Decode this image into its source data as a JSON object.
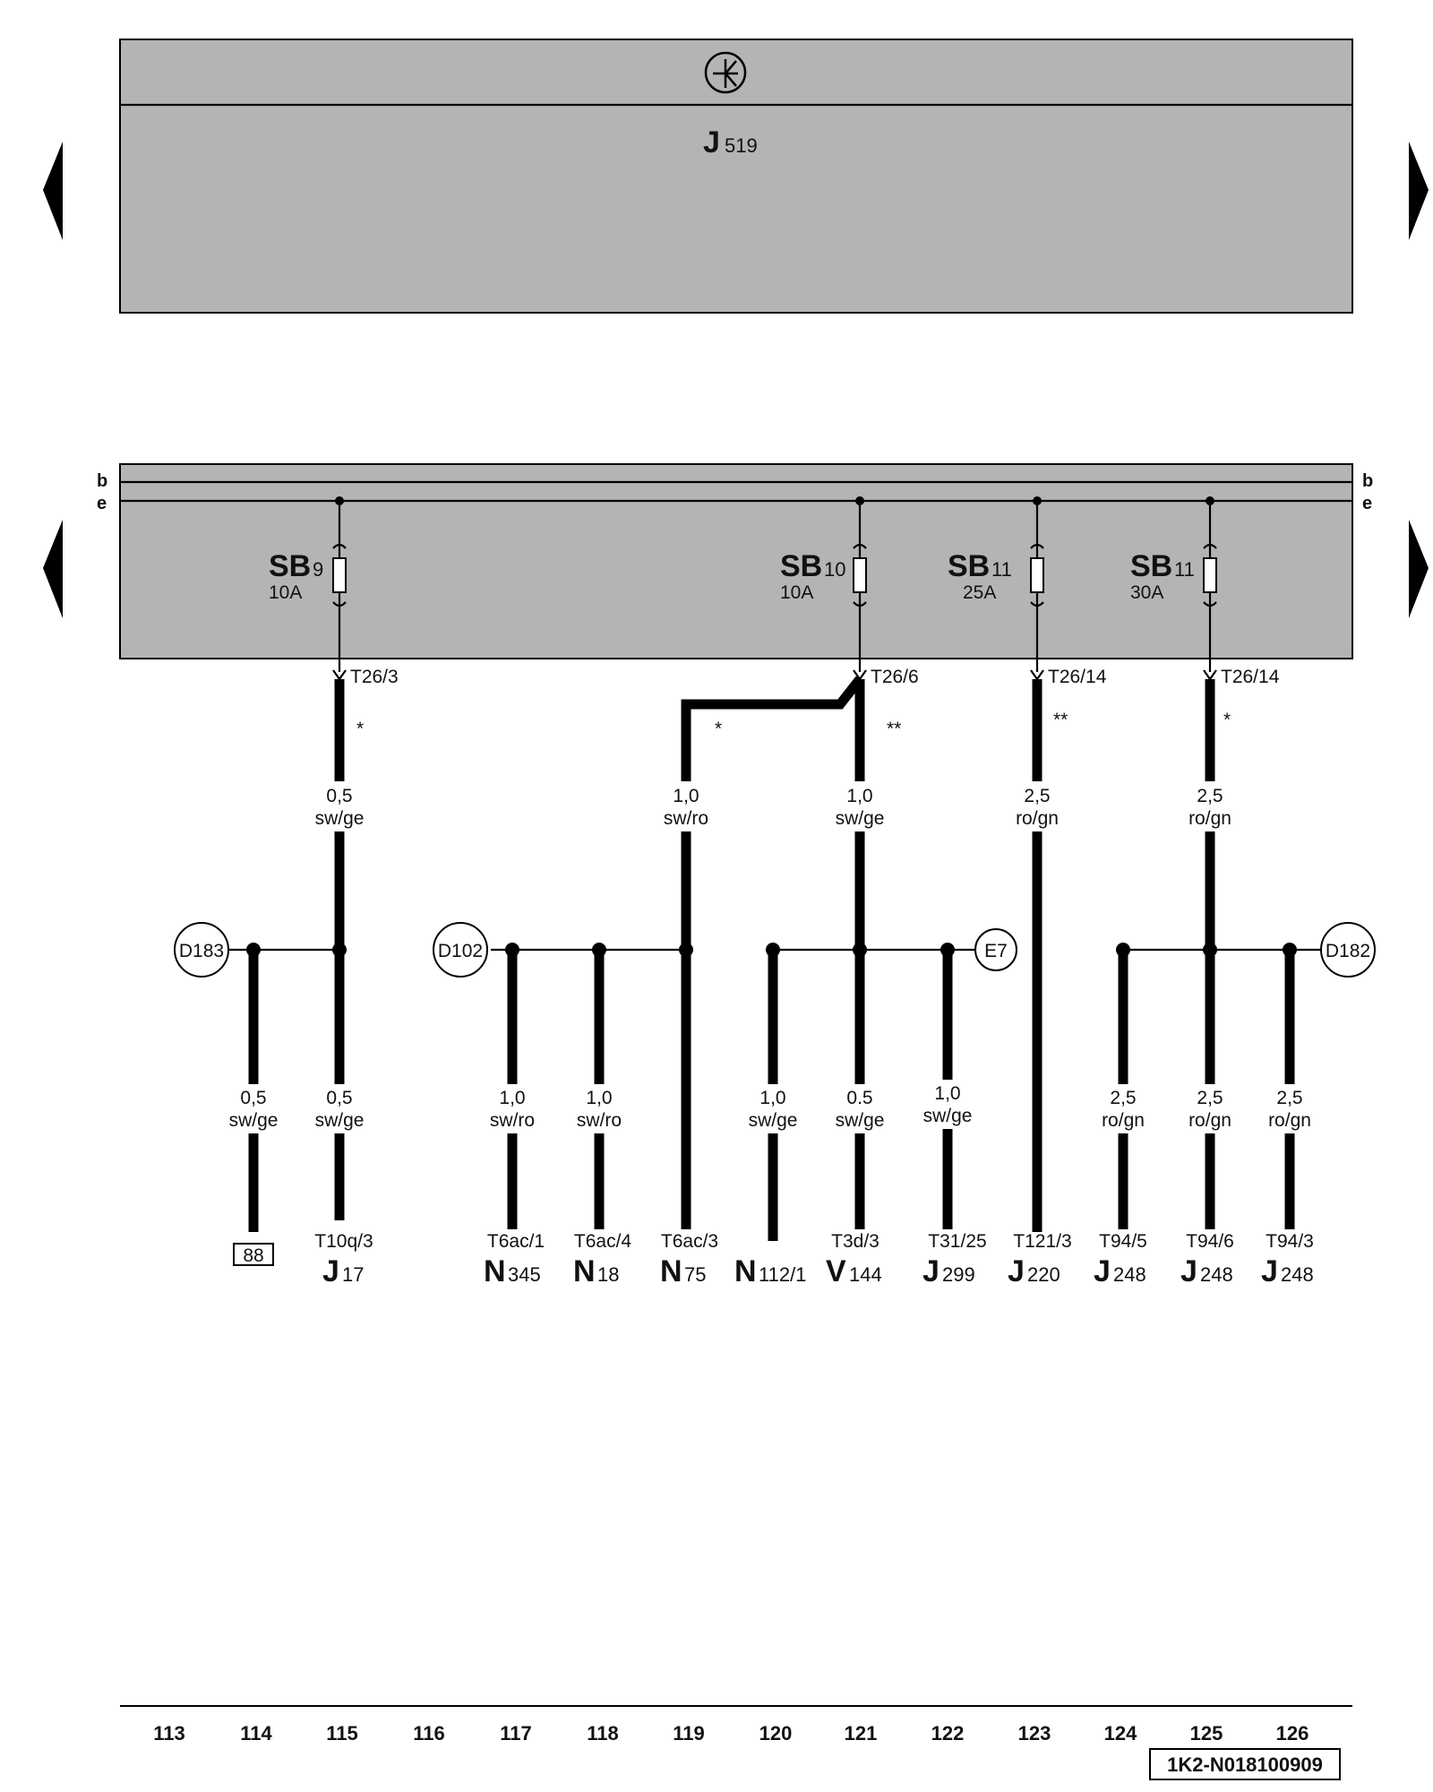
{
  "top_module": {
    "label": "J",
    "sub": "519"
  },
  "fuse_box": {
    "bus_left": [
      "b",
      "e"
    ],
    "bus_right": [
      "b",
      "e"
    ],
    "fuses": [
      {
        "name": "SB",
        "sub": "9",
        "rating": "10A"
      },
      {
        "name": "SB",
        "sub": "10",
        "rating": "10A"
      },
      {
        "name": "SB",
        "sub": "11",
        "rating": "25A"
      },
      {
        "name": "SB",
        "sub": "11",
        "rating": "30A"
      }
    ],
    "pins": [
      "T26/3",
      "T26/6",
      "T26/14",
      "T26/14"
    ]
  },
  "upper_wires": [
    {
      "size": "0,5",
      "color": "sw/ge",
      "note": "*"
    },
    {
      "size": "1,0",
      "color": "sw/ro",
      "note": "*"
    },
    {
      "size": "1,0",
      "color": "sw/ge",
      "note": "**"
    },
    {
      "size": "2,5",
      "color": "ro/gn",
      "note": "**"
    },
    {
      "size": "2,5",
      "color": "ro/gn",
      "note": "*"
    }
  ],
  "junctions": [
    "D183",
    "D102",
    "E7",
    "D182"
  ],
  "lower_wires": [
    {
      "size": "0,5",
      "color": "sw/ge"
    },
    {
      "size": "0,5",
      "color": "sw/ge"
    },
    {
      "size": "1,0",
      "color": "sw/ro"
    },
    {
      "size": "1,0",
      "color": "sw/ro"
    },
    {
      "size": "1,0",
      "color": "sw/ge"
    },
    {
      "size": "0.5",
      "color": "sw/ge"
    },
    {
      "size": "1,0",
      "color": "sw/ge"
    },
    {
      "size": "2,5",
      "color": "ro/gn"
    },
    {
      "size": "2,5",
      "color": "ro/gn"
    },
    {
      "size": "2,5",
      "color": "ro/gn"
    }
  ],
  "ground_ref": "88",
  "terminals": [
    {
      "pin": "T10q/3",
      "comp": "J",
      "sub": "17"
    },
    {
      "pin": "T6ac/1",
      "comp": "N",
      "sub": "345"
    },
    {
      "pin": "T6ac/4",
      "comp": "N",
      "sub": "18"
    },
    {
      "pin": "T6ac/3",
      "comp": "N",
      "sub": "75"
    },
    {
      "pin": "",
      "comp": "N",
      "sub": "112/1"
    },
    {
      "pin": "T3d/3",
      "comp": "V",
      "sub": "144"
    },
    {
      "pin": "T31/25",
      "comp": "J",
      "sub": "299"
    },
    {
      "pin": "T121/3",
      "comp": "J",
      "sub": "220"
    },
    {
      "pin": "T94/5",
      "comp": "J",
      "sub": "248"
    },
    {
      "pin": "T94/6",
      "comp": "J",
      "sub": "248"
    },
    {
      "pin": "T94/3",
      "comp": "J",
      "sub": "248"
    }
  ],
  "tracks": [
    "113",
    "114",
    "115",
    "116",
    "117",
    "118",
    "119",
    "120",
    "121",
    "122",
    "123",
    "124",
    "125",
    "126"
  ],
  "doc_id": "1K2-N018100909"
}
